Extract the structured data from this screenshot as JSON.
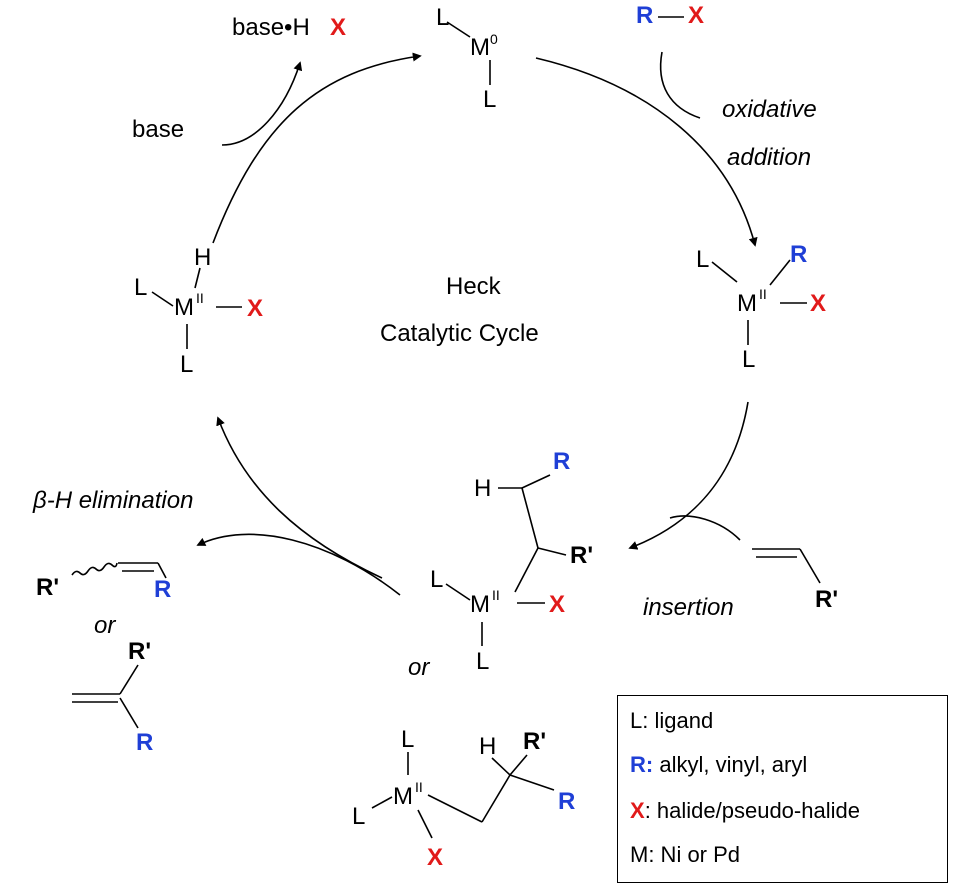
{
  "title": {
    "line1": "Heck",
    "line2": "Catalytic Cycle"
  },
  "atoms": {
    "ligand": "L",
    "metal": "M",
    "ox0": "0",
    "oxII": "II",
    "R": "R",
    "X": "X",
    "Rp": "R'",
    "H": "H"
  },
  "reagents": {
    "rx_R": "R",
    "rx_X": "X",
    "base_hx_prefix": "base•H",
    "base_hx_X": "X",
    "base": "base"
  },
  "steps": {
    "oxidative_1": "oxidative",
    "oxidative_2": "addition",
    "insertion": "insertion",
    "beta_h": "β-H elimination"
  },
  "connectors": {
    "or_1": "or",
    "or_2": "or"
  },
  "legend": {
    "l_key": "L",
    "l_text": ": ligand",
    "r_key": "R:",
    "r_text": " alkyl, vinyl, aryl",
    "x_key": "X",
    "x_text": ": halide/pseudo-halide",
    "m_text": "M: Ni or Pd"
  },
  "colors": {
    "R": "#1f3fd6",
    "X": "#e11a1a",
    "line": "#000000"
  }
}
